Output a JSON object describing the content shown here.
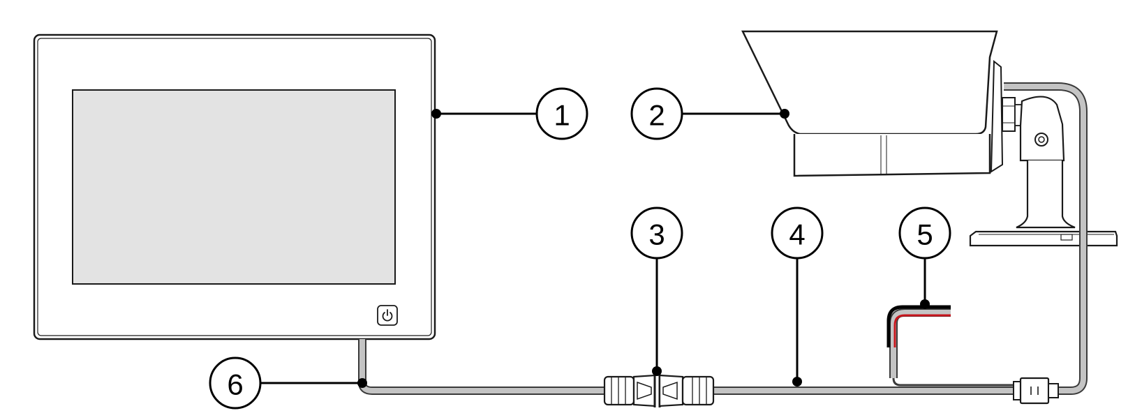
{
  "callouts": [
    {
      "id": "1",
      "label": "1"
    },
    {
      "id": "2",
      "label": "2"
    },
    {
      "id": "3",
      "label": "3"
    },
    {
      "id": "4",
      "label": "4"
    },
    {
      "id": "5",
      "label": "5"
    },
    {
      "id": "6",
      "label": "6"
    }
  ],
  "colors": {
    "screen": "#e3e3e3",
    "cable_fill": "#c4c4c4",
    "cable_stroke": "#3a3a3a",
    "wire_red": "#c8161d",
    "wire_black": "#000000"
  },
  "icons": {
    "power": "power-icon"
  }
}
